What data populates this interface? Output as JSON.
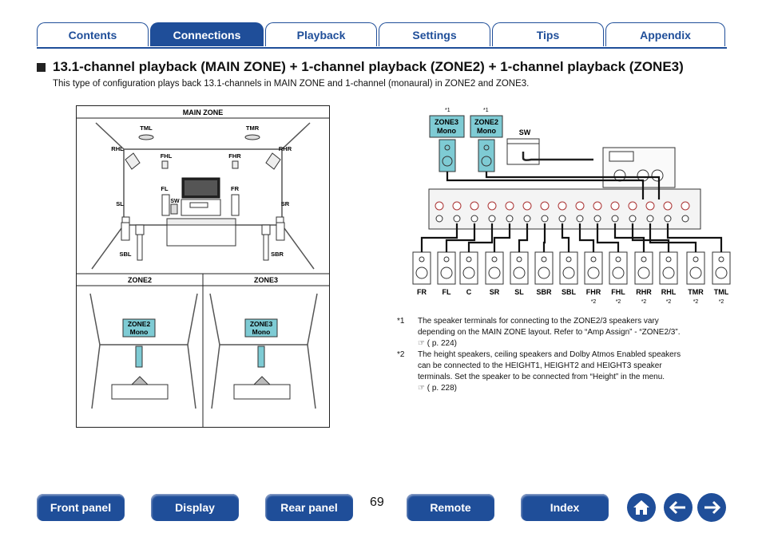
{
  "tabs": [
    "Contents",
    "Connections",
    "Playback",
    "Settings",
    "Tips",
    "Appendix"
  ],
  "active_tab": "Connections",
  "heading": "13.1-channel playback (MAIN ZONE) + 1-channel playback (ZONE2) + 1-channel playback (ZONE3)",
  "intro": "This type of configuration plays back 13.1-channels in MAIN ZONE and 1-channel (monaural) in ZONE2 and ZONE3.",
  "left_diagram": {
    "main_zone": "MAIN ZONE",
    "zone2": "ZONE2",
    "zone3": "ZONE3",
    "labels": {
      "tml": "TML",
      "tmr": "TMR",
      "rhl": "RHL",
      "rhr": "RHR",
      "fhl": "FHL",
      "fhr": "FHR",
      "fl": "FL",
      "fr": "FR",
      "sl": "SL",
      "sr": "SR",
      "sw": "SW",
      "sbl": "SBL",
      "sbr": "SBR"
    },
    "zone2_badge": [
      "ZONE2",
      "Mono"
    ],
    "zone3_badge": [
      "ZONE3",
      "Mono"
    ]
  },
  "right_diagram": {
    "mark1": "*1",
    "mark2": "*2",
    "zone3_badge": [
      "ZONE3",
      "Mono"
    ],
    "zone2_badge": [
      "ZONE2",
      "Mono"
    ],
    "sw": "SW",
    "speakers": [
      "FR",
      "FL",
      "C",
      "SR",
      "SL",
      "SBR",
      "SBL",
      "FHR",
      "FHL",
      "RHR",
      "RHL",
      "TMR",
      "TML"
    ]
  },
  "footnotes": [
    {
      "mark": "*1",
      "lines": [
        "The speaker terminals for connecting to the ZONE2/3 speakers vary",
        "depending on the MAIN ZONE layout. Refer to “Amp Assign” - “ZONE2/3”.",
        "( p. 224)"
      ]
    },
    {
      "mark": "*2",
      "lines": [
        "The height speakers, ceiling speakers and Dolby Atmos Enabled speakers",
        "can be connected to the HEIGHT1, HEIGHT2 and HEIGHT3 speaker",
        "terminals. Set the speaker to be connected from “Height” in the menu.",
        "( p. 228)"
      ]
    }
  ],
  "page_number": "69",
  "bottom_nav": [
    "Front panel",
    "Display",
    "Rear panel",
    "Remote",
    "Index"
  ],
  "icons": [
    "home-icon",
    "back-arrow-icon",
    "forward-arrow-icon"
  ],
  "colors": {
    "brand": "#1f4e99",
    "zone_badge": "#7ecbd4"
  }
}
